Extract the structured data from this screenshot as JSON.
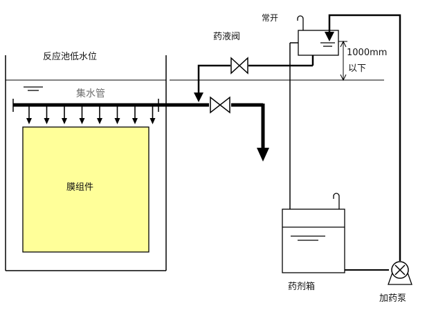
{
  "diagram": {
    "labels": {
      "reactor_low_level": "反应池低水位",
      "collector_pipe": "集水管",
      "membrane_module": "膜组件",
      "dosing_valve": "药液阀",
      "normally_open": "常开",
      "height_value": "1000mm",
      "height_below": "以下",
      "chemical_tank": "药剂箱",
      "dosing_pump": "加药泵"
    },
    "colors": {
      "line": "#000000",
      "membrane_fill": "#ffff99",
      "collector_label": "#6e6e6e"
    }
  }
}
